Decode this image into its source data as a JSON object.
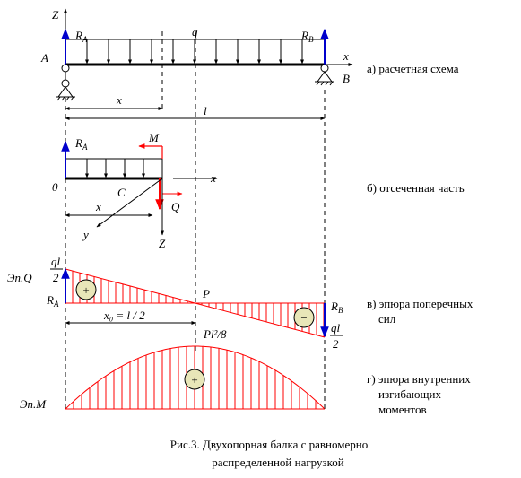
{
  "colors": {
    "line": "#000000",
    "reaction_arrow": "#0000cc",
    "epure": "#ff0000",
    "sign_circle_fill": "#e8e6b8"
  },
  "icons": {
    "pin_support": "pin-support-icon",
    "roller_support": "roller-support-icon",
    "sign_plus": "plus-sign-icon",
    "sign_minus": "minus-sign-icon"
  },
  "scheme": {
    "axis_z": "Z",
    "axis_x": "x",
    "point_a": "A",
    "point_b": "B",
    "ra": "R",
    "ra_sub": "A",
    "rb": "R",
    "rb_sub": "B",
    "load_q": "q",
    "dim_x": "x",
    "dim_l": "l",
    "caption": "а) расчетная схема"
  },
  "cut": {
    "ra": "R",
    "ra_sub": "A",
    "moment": "M",
    "origin": "0",
    "axis_x": "x",
    "point_c": "C",
    "shear": "Q",
    "dim_x": "x",
    "axis_y": "y",
    "axis_z": "Z",
    "caption": "б) отсеченная часть"
  },
  "shear_epure": {
    "label": "Эп.Q",
    "ql_top": "ql",
    "ql_bottom": "2",
    "ra": "R",
    "ra_sub": "A",
    "point_p": "P",
    "rb": "R",
    "rb_sub": "B",
    "ql2_top": "ql",
    "ql2_bottom": "2",
    "x0_label": "x₀ = l / 2",
    "plus": "+",
    "minus": "−",
    "caption_line1": "в) эпюра поперечных",
    "caption_line2": "сил"
  },
  "moment_epure": {
    "label": "Эп.M",
    "max_label": "Pl²/8",
    "plus": "+",
    "caption_line1": "г) эпюра внутренних",
    "caption_line2": "изгибающих",
    "caption_line3": "моментов"
  },
  "figure_caption": {
    "line1": "Рис.3. Двухопорная балка с равномерно",
    "line2": "распределенной нагрузкой"
  }
}
